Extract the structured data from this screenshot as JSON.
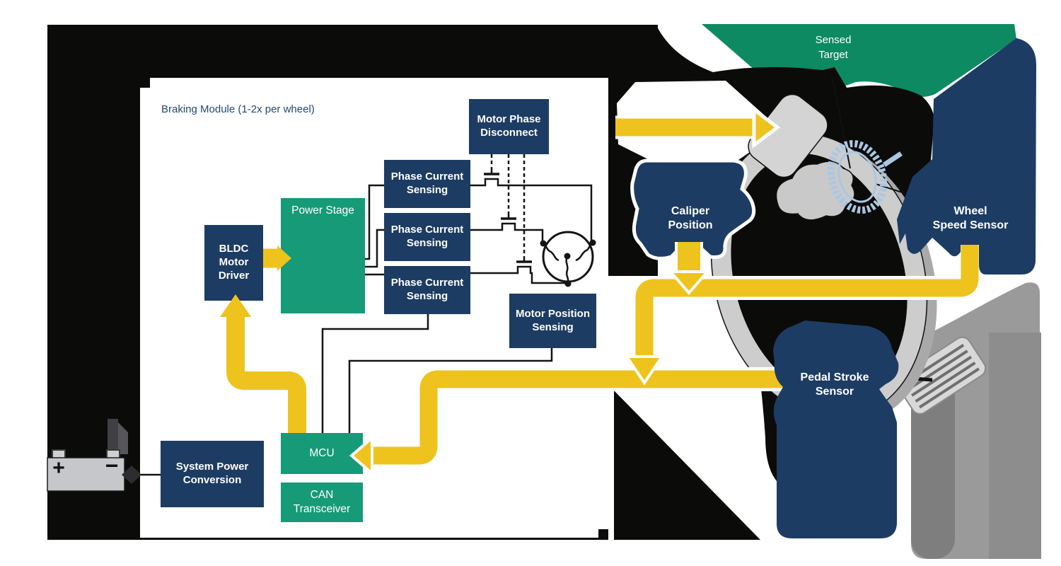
{
  "module": {
    "title": "Braking Module (1-2x per wheel)"
  },
  "boxes": {
    "bldc": {
      "lines": [
        "BLDC",
        "Motor",
        "Driver"
      ]
    },
    "power_stage": {
      "label": "Power Stage"
    },
    "pcs": {
      "lines": [
        "Phase Current",
        "Sensing"
      ]
    },
    "mpd": {
      "lines": [
        "Motor Phase",
        "Disconnect"
      ]
    },
    "mps": {
      "lines": [
        "Motor Position",
        "Sensing"
      ]
    },
    "mcu": {
      "label": "MCU"
    },
    "can": {
      "lines": [
        "CAN",
        "Transceiver"
      ]
    },
    "spc": {
      "lines": [
        "System Power",
        "Conversion"
      ]
    }
  },
  "blobs": {
    "sensed_target": {
      "lines": [
        "Sensed",
        "Target"
      ]
    },
    "caliper_position": {
      "lines": [
        "Caliper",
        "Position"
      ]
    },
    "wheel_speed": {
      "lines": [
        "Wheel",
        "Speed Sensor"
      ]
    },
    "pedal_stroke": {
      "lines": [
        "Pedal Stroke",
        "Sensor"
      ]
    }
  },
  "battery": {
    "plus": "+",
    "minus": "−"
  },
  "colors": {
    "navy": "#1d3c63",
    "green_box": "#169a78",
    "green_blob": "#0d8a62",
    "yellow": "#eec31d",
    "black_panel": "#0b0b09",
    "wire": "#141414",
    "white": "#ffffff"
  }
}
